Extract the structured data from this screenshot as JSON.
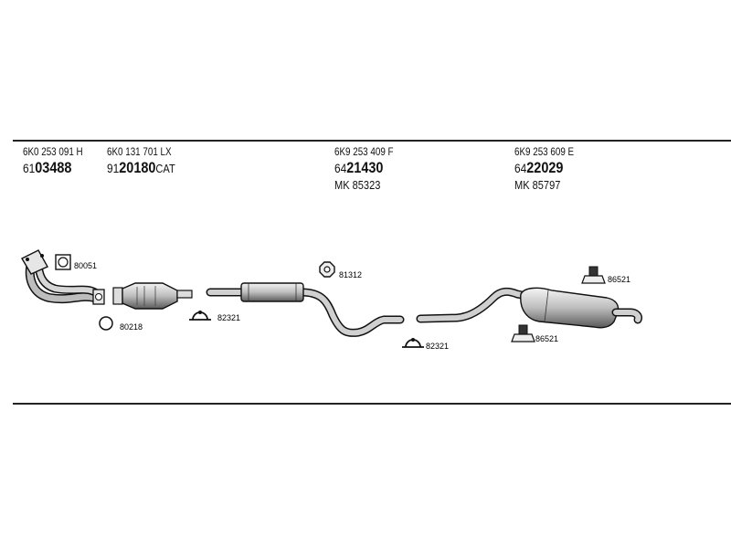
{
  "headers": [
    {
      "oe": "6K0 253 091 H",
      "prefix": "61",
      "main": "03488",
      "suffix": "",
      "mk": ""
    },
    {
      "oe": "6K0 131 701 LX",
      "prefix": "91",
      "main": "20180",
      "suffix": "CAT",
      "mk": ""
    },
    {
      "oe": "6K9 253 409 F",
      "prefix": "64",
      "main": "21430",
      "suffix": "",
      "mk": "MK  85323"
    },
    {
      "oe": "6K9 253 609 E",
      "prefix": "64",
      "main": "22029",
      "suffix": "",
      "mk": "MK  85797"
    }
  ],
  "parts": {
    "gasket_top": "80051",
    "gasket_ring": "80218",
    "clamp_front": "82321",
    "rubber_mount_front": "81312",
    "clamp_rear": "82321",
    "mount_rear_top": "86521",
    "mount_rear_bottom": "86521"
  }
}
